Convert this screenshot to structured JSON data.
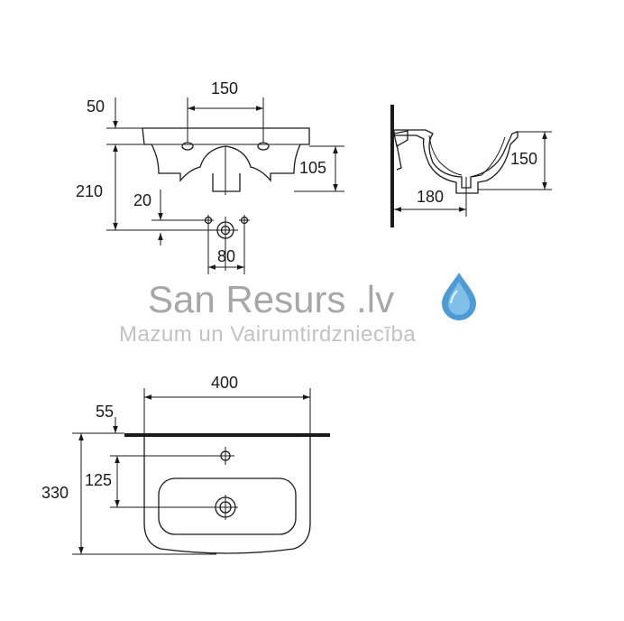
{
  "watermark": {
    "brand": "San Resurs .lv",
    "tagline": "Mazum un Vairumtirdzniecība",
    "accent_color": "#3a8fd0",
    "icon": "water-drop-icon"
  },
  "front_view": {
    "dims": {
      "top_offset": "50",
      "tap_spacing": "150",
      "total_height": "210",
      "bowl_depth": "105",
      "drain_offset": "20",
      "drain_spacing": "80"
    }
  },
  "side_view": {
    "dims": {
      "height": "150",
      "depth": "180"
    }
  },
  "top_view": {
    "dims": {
      "width": "400",
      "wall_gap": "55",
      "total_depth": "330",
      "drain_depth": "125"
    }
  }
}
